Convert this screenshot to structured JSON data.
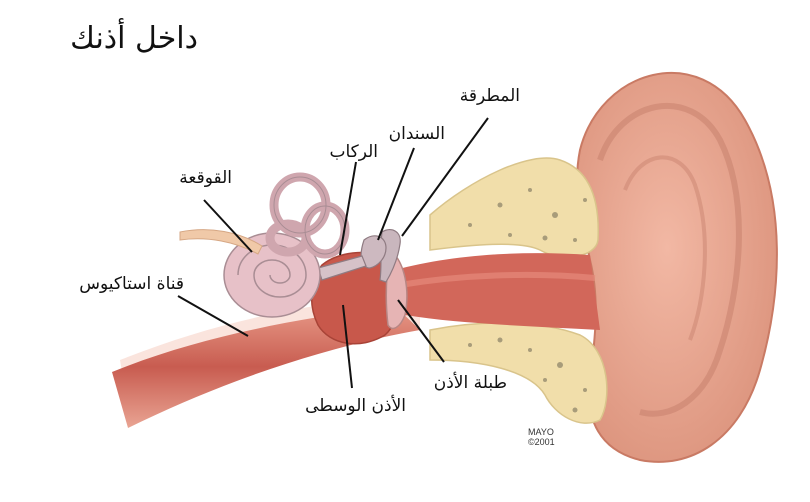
{
  "title": "داخل أذنك",
  "labels": {
    "hammer": "المطرقة",
    "anvil": "السندان",
    "stirrup": "الركاب",
    "cochlea": "القوقعة",
    "eustachian": "قناة استاكيوس",
    "eardrum": "طبلة الأذن",
    "middle_ear": "الأذن الوسطى"
  },
  "credit": {
    "line1": "MAYO",
    "line2": "©2001"
  },
  "colors": {
    "skin": "#e8a48e",
    "skin_dark": "#c26f5c",
    "canal": "#d2675a",
    "bone": "#f1deaa",
    "bone_dot": "#b7a985",
    "cochlea": "#e7c1c8",
    "tube": "#c85c50",
    "line": "#111111"
  }
}
